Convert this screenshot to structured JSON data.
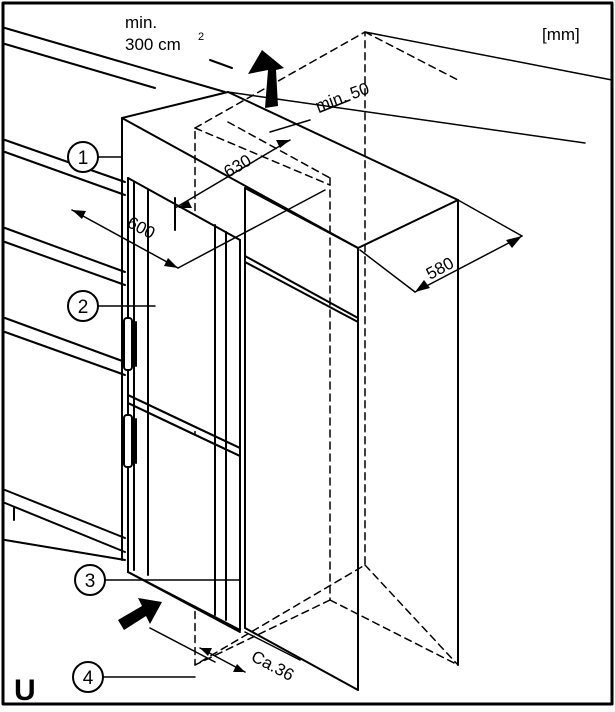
{
  "units_label": "[mm]",
  "vent": {
    "line1": "min.",
    "line2": "300 cm",
    "superscript": "2"
  },
  "dimensions": {
    "min_gap": "min. 50",
    "depth_630": "630",
    "width_600": "600",
    "depth_580": "580",
    "approx_36": "Ca.36"
  },
  "callouts": [
    "1",
    "2",
    "3",
    "4"
  ],
  "corner_letter": "U",
  "colors": {
    "ink": "#000000",
    "background": "#ffffff"
  }
}
